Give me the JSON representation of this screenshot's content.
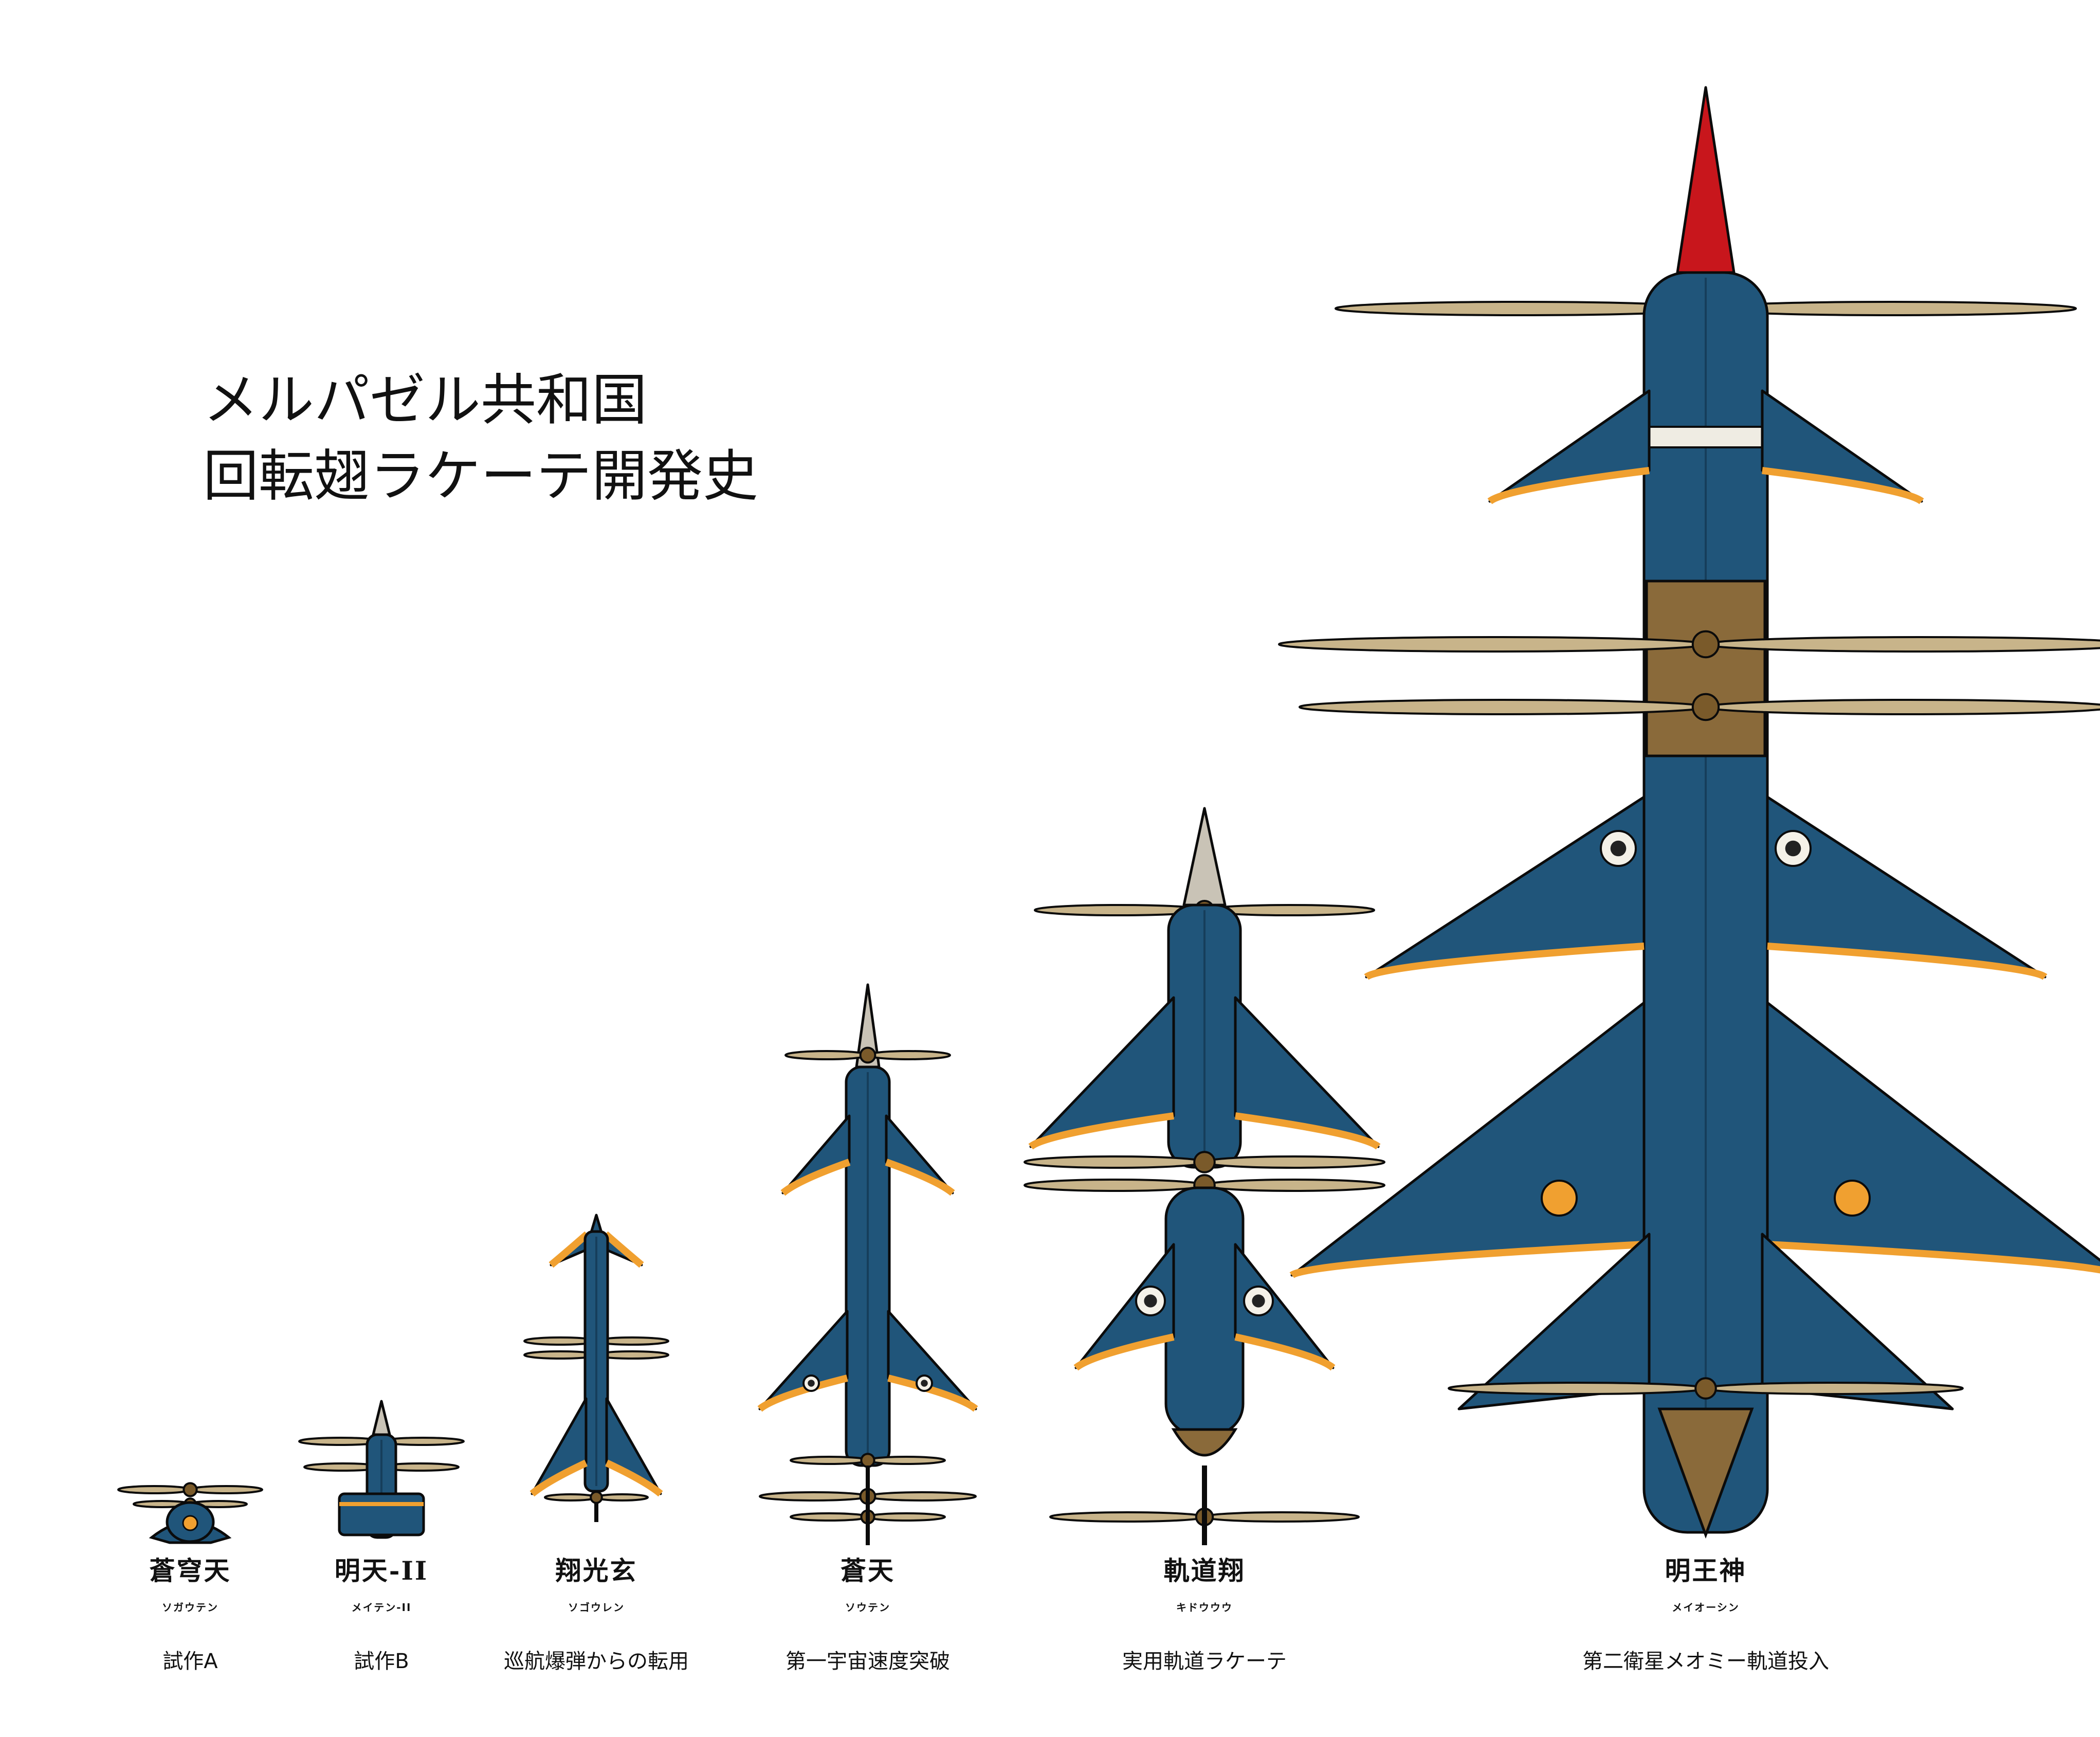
{
  "title": {
    "line1": "メルパゼル共和国",
    "line2": "回転翅ラケーテ開発史"
  },
  "colors": {
    "hull": "#20557a",
    "hull_dark": "#163e5b",
    "wing_accent": "#f0a030",
    "nose_red": "#c8161c",
    "nose_silver": "#c9c3b6",
    "rotor": "#c8b48a",
    "outline": "#0b0b0b"
  },
  "rockets": [
    {
      "name": "蒼穹天",
      "reading": "ソガウテン",
      "desc": "試作A",
      "nose": "silver"
    },
    {
      "name": "明天-II",
      "reading": "メイテン-II",
      "desc": "試作B",
      "nose": "silver"
    },
    {
      "name": "翔光玄",
      "reading": "ソゴウレン",
      "desc": "巡航爆弾からの転用",
      "nose": "blue"
    },
    {
      "name": "蒼天",
      "reading": "ソウテン",
      "desc": "第一宇宙速度突破",
      "nose": "silver"
    },
    {
      "name": "軌道翔",
      "reading": "キドウウウ",
      "desc": "実用軌道ラケーテ",
      "nose": "silver"
    },
    {
      "name": "明王神",
      "reading": "メイオーシン",
      "desc": "第二衛星メオミー軌道投入",
      "nose": "red"
    }
  ]
}
